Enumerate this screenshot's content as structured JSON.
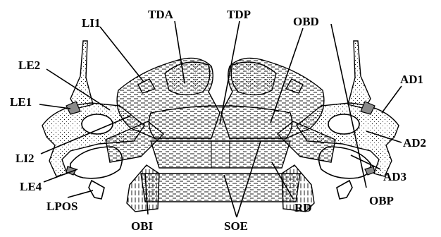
{
  "labels": {
    "LI1": "LI1",
    "TDA": "TDA",
    "TDP": "TDP",
    "OBD": "OBD",
    "LE2": "LE2",
    "AD1": "AD1",
    "LE1": "LE1",
    "AD2": "AD2",
    "LI2": "LI2",
    "AD3": "AD3",
    "LE4": "LE4",
    "OBP": "OBP",
    "LPOS": "LPOS",
    "RD": "RD",
    "OBI": "OBI",
    "SOE": "SOE"
  }
}
